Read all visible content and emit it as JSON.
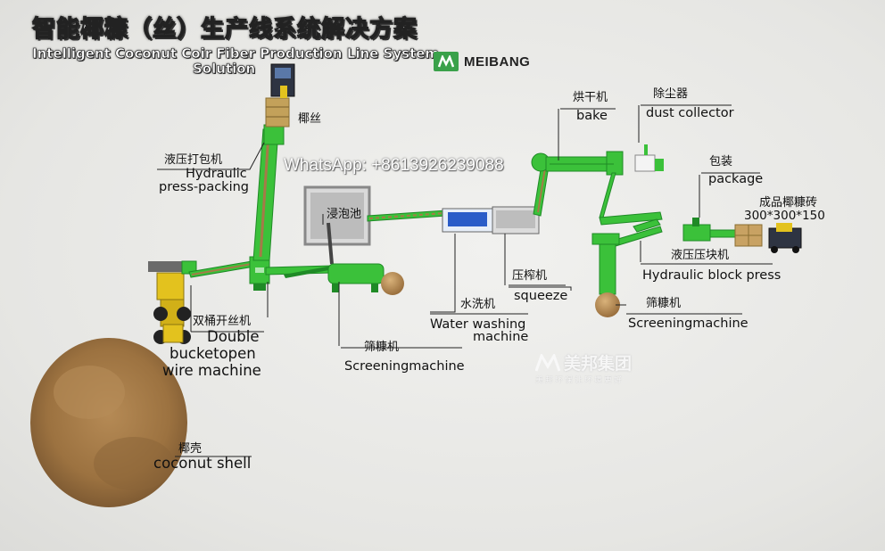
{
  "title": {
    "cn": "智能椰糠（丝）生产线系统解决方案",
    "en_line1": "Intelligent Coconut Coir Fiber Production Line System",
    "en_line2": "Solution"
  },
  "brand": {
    "name": "MEIBANG"
  },
  "watermark": {
    "whatsapp": "WhatsApp: +8613926239088",
    "group_name": "美邦集团",
    "slogan": "美邦环保让环境更好"
  },
  "labels": {
    "coir_cn": "椰丝",
    "press_packing_cn": "液压打包机",
    "press_packing_en1": "Hydraulic",
    "press_packing_en2": "press-packing",
    "soak_pool_cn": "浸泡池",
    "opener_cn": "双桶开丝机",
    "opener_en1": "Double",
    "opener_en2": "bucketopen",
    "opener_en3": "wire machine",
    "screening1_cn": "筛糠机",
    "screening1_en": "Screeningmachine",
    "shell_cn": "椰壳",
    "shell_en": "coconut shell",
    "washing_cn": "水洗机",
    "washing_en1": "Water washing",
    "washing_en2": "machine",
    "squeeze_cn": "压榨机",
    "squeeze_en": "squeeze",
    "bake_cn": "烘干机",
    "bake_en": "bake",
    "dust_cn": "除尘器",
    "dust_en": "dust collector",
    "package_cn": "包装",
    "package_en": "package",
    "brick_cn": "成品椰糠砖",
    "brick_size": "300*300*150",
    "block_press_cn": "液压压块机",
    "block_press_en": "Hydraulic block press",
    "screening2_cn": "筛糠机",
    "screening2_en": "Screeningmachine"
  },
  "colors": {
    "machine_green": "#3bc13a",
    "machine_dark": "#1f8a26",
    "coir_brown": "#a57a48",
    "pool_gray": "#bcbcbc",
    "washer_blue": "#2a5cc8",
    "loader_yellow": "#e3c21e"
  }
}
